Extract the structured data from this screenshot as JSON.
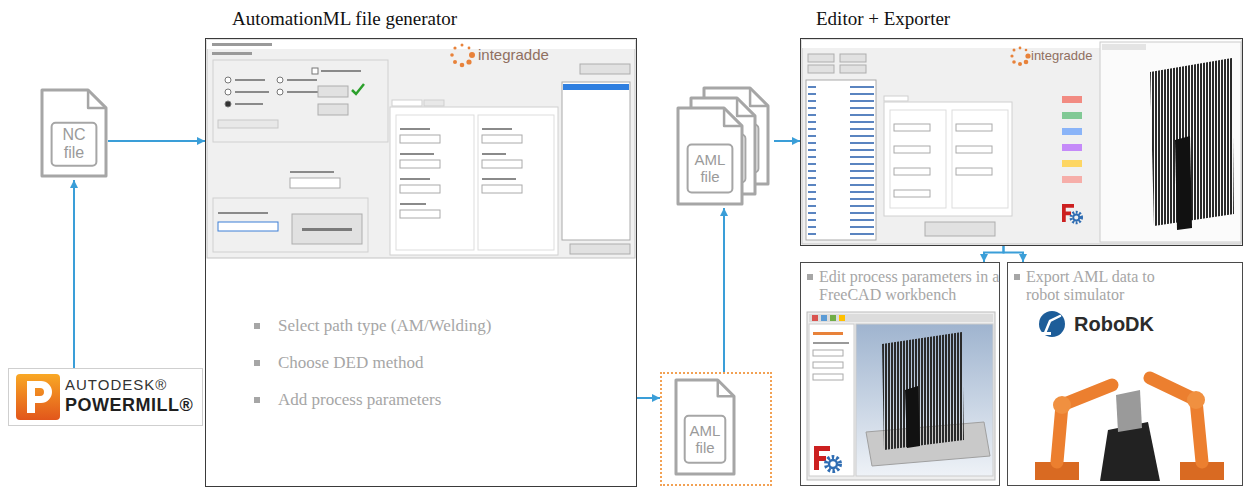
{
  "diagram": {
    "nodes": [
      {
        "text": [
          "NC file"
        ]
      },
      {
        "text": [
          "AUTODESK®",
          "POWERMILL®"
        ]
      },
      {
        "text": [
          "AutomationML file generator",
          "Select path type (AM/Welding)",
          "Choose DED method",
          "Add process parameters"
        ]
      },
      {
        "text": [
          "AML file"
        ]
      },
      {
        "text": [
          "AML file"
        ]
      },
      {
        "text": [
          "Editor + Exporter"
        ]
      },
      {
        "text": [
          "Edit process parameters in a FreeCAD workbench"
        ]
      },
      {
        "text": [
          "Export AML data to robot simulator",
          "RoboDK"
        ]
      }
    ],
    "edges": [
      {
        "from": 1,
        "to": 0,
        "arrow": "to"
      },
      {
        "from": 0,
        "to": 2,
        "arrow": "to"
      },
      {
        "from": 2,
        "to": 3,
        "arrow": "to"
      },
      {
        "from": 3,
        "to": 4,
        "arrow": "to"
      },
      {
        "from": 4,
        "to": 5,
        "arrow": "to"
      },
      {
        "from": 5,
        "to": 6,
        "arrow": "to"
      },
      {
        "from": 5,
        "to": 7,
        "arrow": "to"
      }
    ],
    "labels": [
      "integradde",
      "integradde"
    ]
  }
}
